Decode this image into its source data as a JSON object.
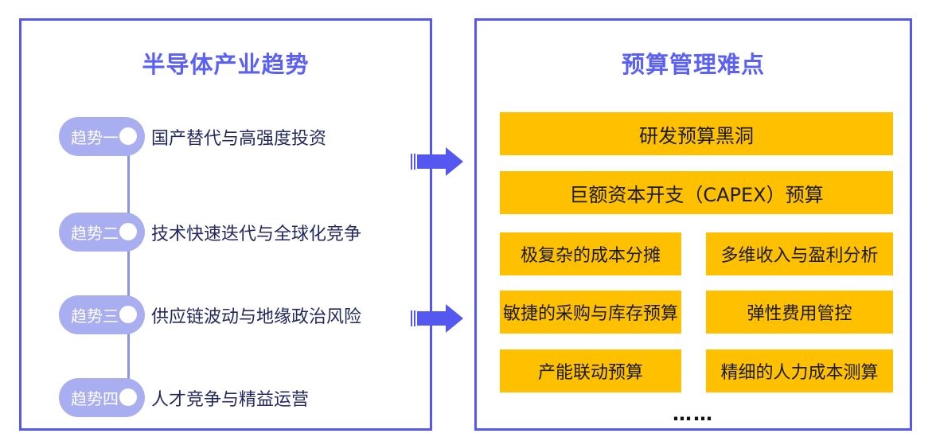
{
  "colors": {
    "accent_blue": "#5457F0",
    "title_blue": "#5B61F4",
    "pill_purple": "#A9AEF0",
    "connector_purple": "#8A93E8",
    "box_orange": "#FFC000",
    "trend_text_navy": "#23285F",
    "box_text_black": "#1B1B1B"
  },
  "left_panel": {
    "title": "半导体产业趋势",
    "trends": [
      {
        "tag": "趋势一",
        "label": "国产替代与高强度投资"
      },
      {
        "tag": "趋势二",
        "label": "技术快速迭代与全球化竞争"
      },
      {
        "tag": "趋势三",
        "label": "供应链波动与地缘政治风险"
      },
      {
        "tag": "趋势四",
        "label": "人才竞争与精益运营"
      }
    ]
  },
  "right_panel": {
    "title": "预算管理难点",
    "full_rows": [
      "研发预算黑洞",
      "巨额资本开支（CAPEX）预算"
    ],
    "grid_rows": [
      [
        "极复杂的成本分摊",
        "多维收入与盈利分析"
      ],
      [
        "敏捷的采购与库存预算",
        "弹性费用管控"
      ],
      [
        "产能联动预算",
        "精细的人力成本测算"
      ]
    ],
    "ellipsis": "……"
  }
}
